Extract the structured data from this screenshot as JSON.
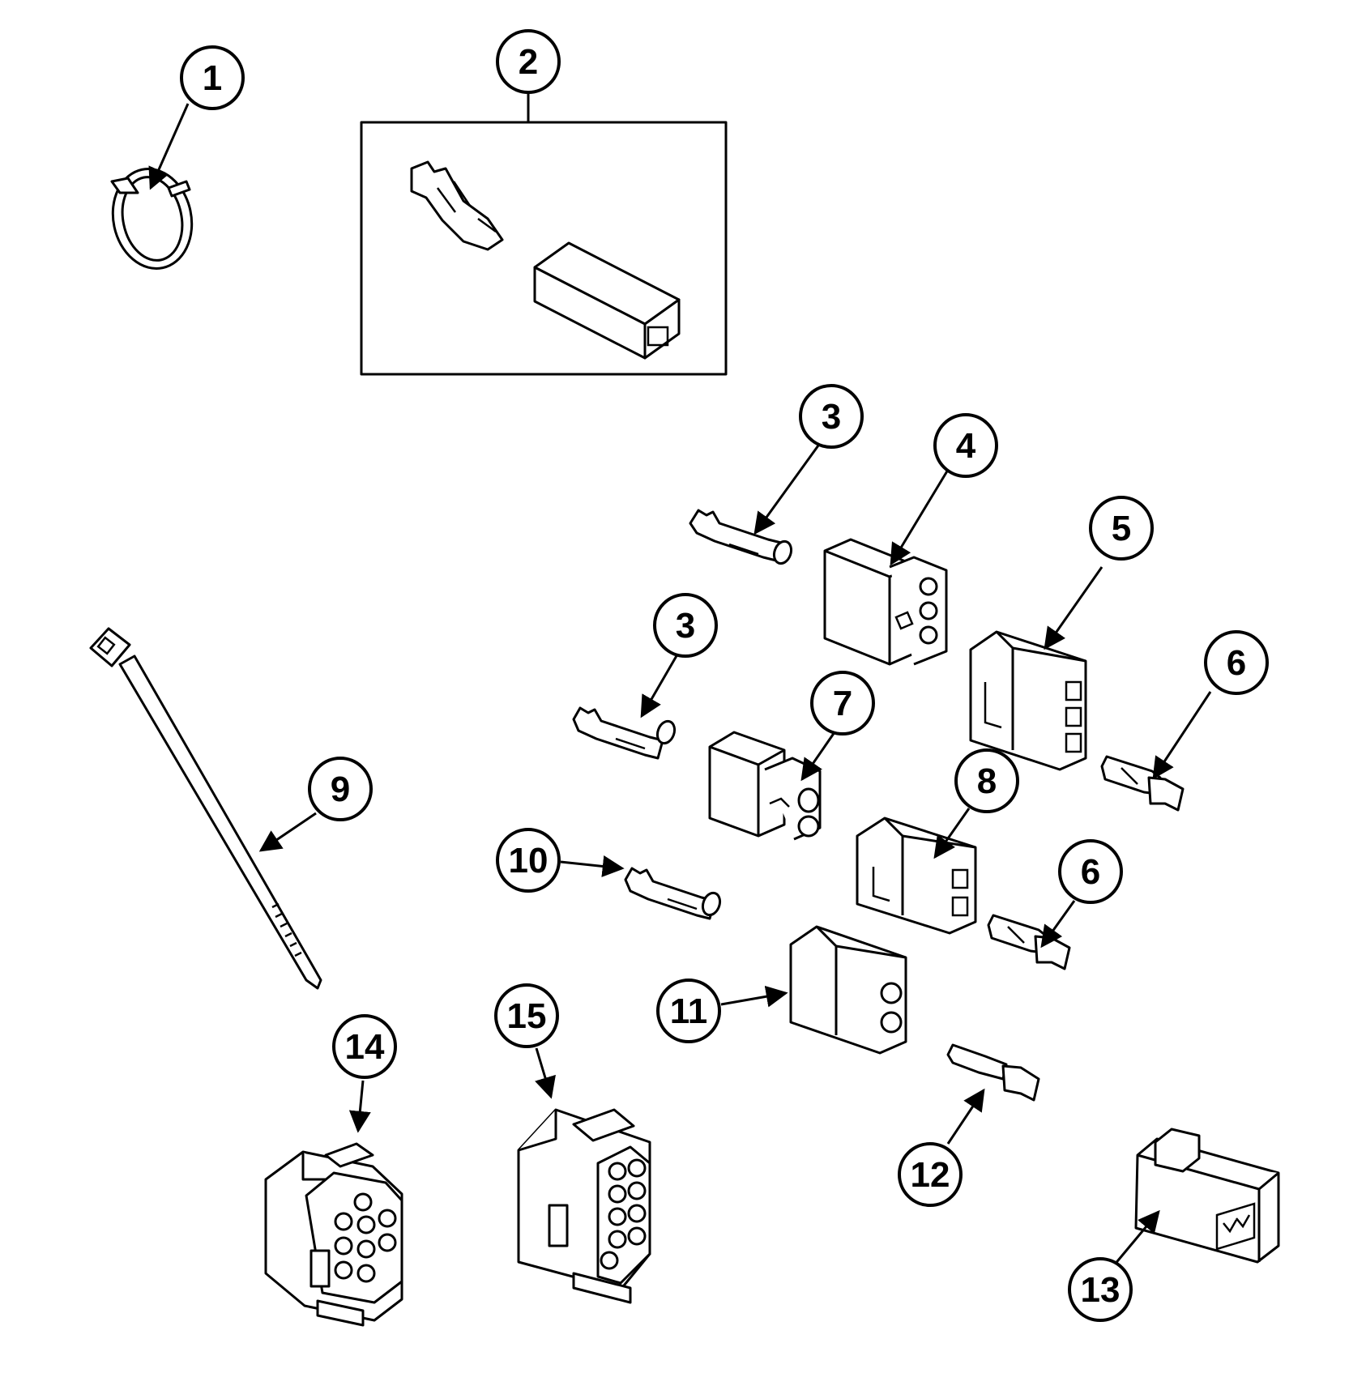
{
  "callouts": {
    "c1": "1",
    "c2": "2",
    "c3a": "3",
    "c3b": "3",
    "c4": "4",
    "c5": "5",
    "c6a": "6",
    "c6b": "6",
    "c7": "7",
    "c8": "8",
    "c9": "9",
    "c10": "10",
    "c11": "11",
    "c12": "12",
    "c13": "13",
    "c14": "14",
    "c15": "15"
  },
  "colors": {
    "line": "#000000",
    "background": "#ffffff"
  }
}
